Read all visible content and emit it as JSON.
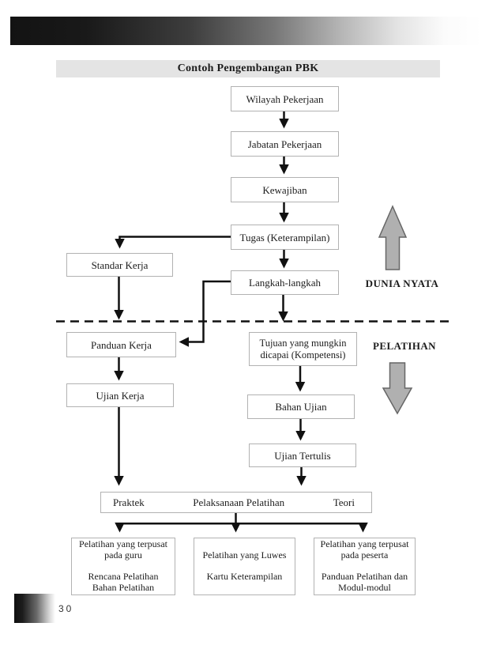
{
  "title": "Contoh Pengembangan PBK",
  "page_number": "30",
  "side_labels": {
    "upper": "DUNIA NYATA",
    "lower": "PELATIHAN"
  },
  "nodes": {
    "wilayah": "Wilayah Pekerjaan",
    "jabatan": "Jabatan Pekerjaan",
    "kewajiban": "Kewajiban",
    "tugas": "Tugas (Keterampilan)",
    "langkah": "Langkah-langkah",
    "standar_kerja": "Standar Kerja",
    "panduan_kerja": "Panduan Kerja",
    "ujian_kerja": "Ujian Kerja",
    "tujuan": [
      "Tujuan yang mungkin",
      "dicapai (Kompetensi)"
    ],
    "bahan_ujian": "Bahan Ujian",
    "ujian_tertulis": "Ujian Tertulis"
  },
  "pelaksanaan_bar": {
    "left": "Praktek",
    "center": "Pelaksanaan Pelatihan",
    "right": "Teori"
  },
  "bottom_boxes": [
    {
      "lines": [
        "Pelatihan yang terpusat",
        "pada guru",
        "",
        "Rencana Pelatihan",
        "Bahan Pelatihan"
      ]
    },
    {
      "lines": [
        "Pelatihan yang Luwes",
        "",
        "Kartu Keterampilan"
      ]
    },
    {
      "lines": [
        "Pelatihan yang terpusat",
        "pada peserta",
        "",
        "Panduan Pelatihan dan",
        "Modul-modul"
      ]
    }
  ],
  "colors": {
    "box_border": "#b2b2b2",
    "banner_bg": "#e4e4e4",
    "arrow_fill": "#b0b0b0",
    "arrow_outline": "#666666",
    "line": "#111111",
    "text": "#1c1c1c"
  }
}
